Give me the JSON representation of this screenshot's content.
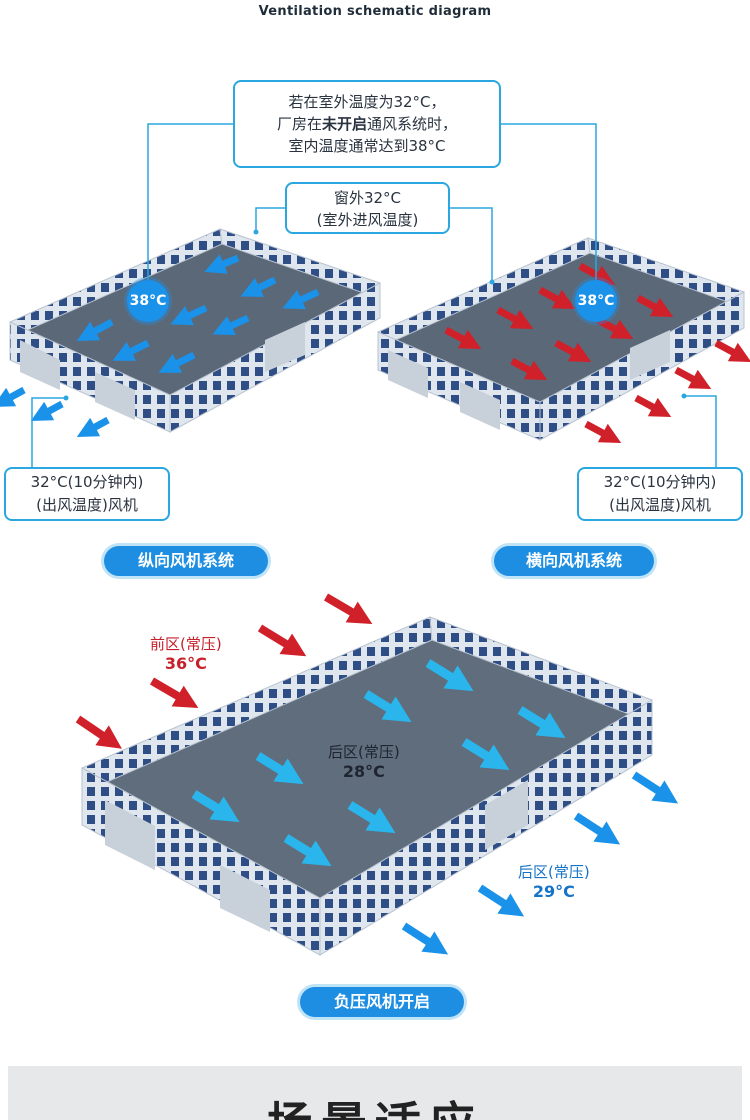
{
  "title": "Ventilation schematic diagram",
  "callouts": {
    "main_line1": "若在室外温度为32°C，",
    "main_line2_pre": "厂房在",
    "main_line2_bold": "未开启",
    "main_line2_post": "通风系统时，",
    "main_line3": "室内温度通常达到38°C",
    "window_line1": "窗外32°C",
    "window_line2": "(室外进风温度)",
    "exit_line1": "32°C(10分钟内)",
    "exit_line2": "(出风温度)风机"
  },
  "bubbles": {
    "left": "38°C",
    "right": "38°C"
  },
  "labels": {
    "longitudinal": "纵向风机系统",
    "transverse": "横向风机系统",
    "negative": "负压风机开启"
  },
  "zones": {
    "front_name": "前区(常压)",
    "front_temp": "36°C",
    "center_name": "后区(常压)",
    "center_temp": "28°C",
    "rear_name": "后区(常压)",
    "rear_temp": "29°C"
  },
  "bottom": {
    "heading": "场景适应"
  },
  "colors": {
    "accent": "#1d8ee2",
    "hot": "#d0202a",
    "cool": "#2ab6ec"
  }
}
